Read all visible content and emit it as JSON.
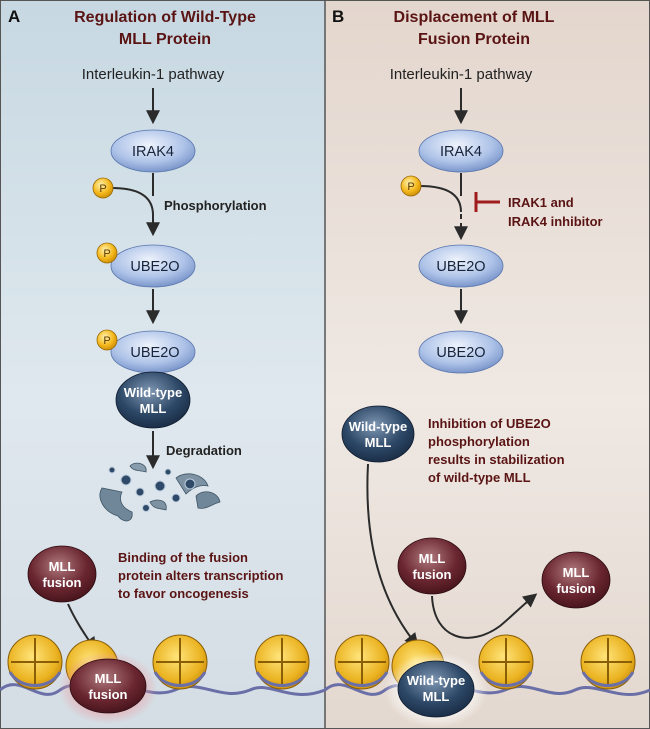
{
  "panel_a": {
    "letter": "A",
    "title_line1": "Regulation of Wild-Type",
    "title_line2": "MLL Protein",
    "pathway": "Interleukin-1 pathway",
    "irak4": "IRAK4",
    "phospho_label": "Phosphorylation",
    "ube2o_1": "UBE2O",
    "ube2o_2": "UBE2O",
    "p_symbol": "P",
    "wt_line1": "Wild-type",
    "wt_line2": "MLL",
    "degradation": "Degradation",
    "fusion_line1": "MLL",
    "fusion_line2": "fusion",
    "binding_line1": "Binding of the fusion",
    "binding_line2": "protein alters transcription",
    "binding_line3": "to favor oncogenesis",
    "chrom_fusion_line1": "MLL",
    "chrom_fusion_line2": "fusion"
  },
  "panel_b": {
    "letter": "B",
    "title_line1": "Displacement of MLL",
    "title_line2": "Fusion Protein",
    "pathway": "Interleukin-1 pathway",
    "irak4": "IRAK4",
    "p_symbol": "P",
    "inhibitor_line1": "IRAK1 and",
    "inhibitor_line2": "IRAK4 inhibitor",
    "ube2o_1": "UBE2O",
    "ube2o_2": "UBE2O",
    "wt_line1": "Wild-type",
    "wt_line2": "MLL",
    "inhibition_line1": "Inhibition of UBE2O",
    "inhibition_line2": "phosphorylation",
    "inhibition_line3": "results in stabilization",
    "inhibition_line4": "of wild-type MLL",
    "fusion1_line1": "MLL",
    "fusion1_line2": "fusion",
    "fusion2_line1": "MLL",
    "fusion2_line2": "fusion",
    "chrom_wt_line1": "Wild-type",
    "chrom_wt_line2": "MLL"
  },
  "colors": {
    "panel_a_bg": "#c9d9e2",
    "panel_b_bg": "#e2d5cc",
    "title": "#5a1414",
    "node_blue": "#9fb6e0",
    "wt_dark": "#1f3450",
    "fusion_maroon": "#5c1c24",
    "phospho_gold": "#f2b01c",
    "inhibitor_red": "#a01c1c",
    "nucleosome": "#e9b420"
  }
}
